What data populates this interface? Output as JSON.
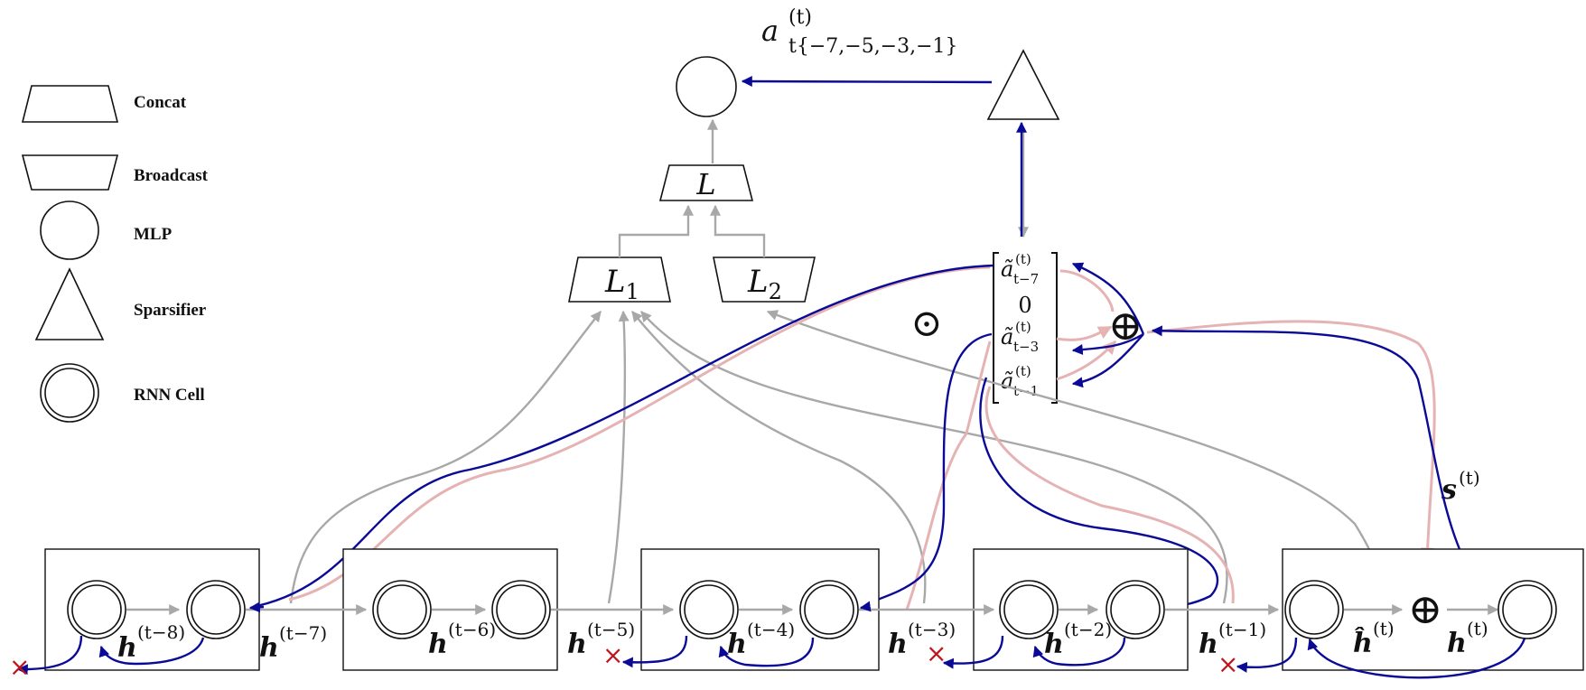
{
  "legend": {
    "concat": "Concat",
    "broadcast": "Broadcast",
    "mlp": "MLP",
    "sparsifier": "Sparsifier",
    "rnn_cell": "RNN Cell"
  },
  "top_label": {
    "base": "a",
    "sup": "(t)",
    "sub": "t{−7,−5,−3,−1}"
  },
  "loss": {
    "main": "L",
    "l1_base": "L",
    "l1_sub": "1",
    "l2_base": "L",
    "l2_sub": "2"
  },
  "vector": {
    "row1_base": "ã",
    "row1_sup": "(t)",
    "row1_sub": "t−7",
    "row2": "0",
    "row3_base": "ã",
    "row3_sup": "(t)",
    "row3_sub": "t−3",
    "row4_base": "ã",
    "row4_sup": "(t)",
    "row4_sub": "t−1"
  },
  "operators": {
    "hadamard": "⊙",
    "sum_top": "⊕",
    "sum_bottom": "⊕"
  },
  "s_label": {
    "base": "s",
    "sup": "(t)"
  },
  "hidden_labels": [
    {
      "base": "h",
      "sup": "(t−8)"
    },
    {
      "base": "h",
      "sup": "(t−7)"
    },
    {
      "base": "h",
      "sup": "(t−6)"
    },
    {
      "base": "h",
      "sup": "(t−5)"
    },
    {
      "base": "h",
      "sup": "(t−4)"
    },
    {
      "base": "h",
      "sup": "(t−3)"
    },
    {
      "base": "h",
      "sup": "(t−2)"
    },
    {
      "base": "h",
      "sup": "(t−1)"
    },
    {
      "base": "ĥ",
      "sup": "(t)"
    },
    {
      "base": "h",
      "sup": "(t)"
    }
  ],
  "drop_mark": "×",
  "colors": {
    "gray_path": "#a8a8a8",
    "pink_path": "#e5b3b3",
    "blue_path": "#0a0a96",
    "drop_mark": "#c0141b"
  }
}
